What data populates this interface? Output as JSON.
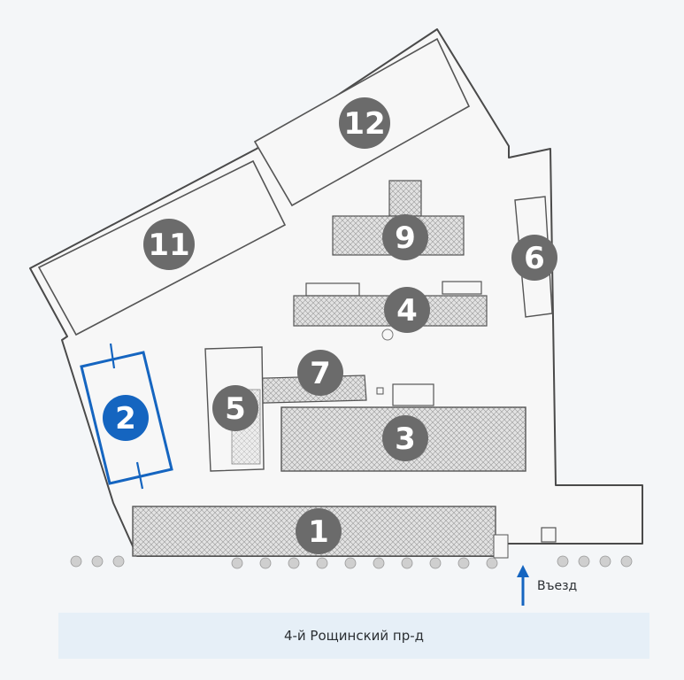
{
  "map": {
    "road_label": "4-й Рощинский пр-д",
    "entry_label": "Въезд",
    "highlight_color": "#1565c0",
    "marker_color": "#6b6b6b",
    "markers": [
      {
        "id": "1",
        "label": "1",
        "highlighted": false
      },
      {
        "id": "2",
        "label": "2",
        "highlighted": true
      },
      {
        "id": "3",
        "label": "3",
        "highlighted": false
      },
      {
        "id": "4",
        "label": "4",
        "highlighted": false
      },
      {
        "id": "5",
        "label": "5",
        "highlighted": false
      },
      {
        "id": "6",
        "label": "6",
        "highlighted": false
      },
      {
        "id": "7",
        "label": "7",
        "highlighted": false
      },
      {
        "id": "9",
        "label": "9",
        "highlighted": false
      },
      {
        "id": "11",
        "label": "11",
        "highlighted": false
      },
      {
        "id": "12",
        "label": "12",
        "highlighted": false
      }
    ]
  }
}
